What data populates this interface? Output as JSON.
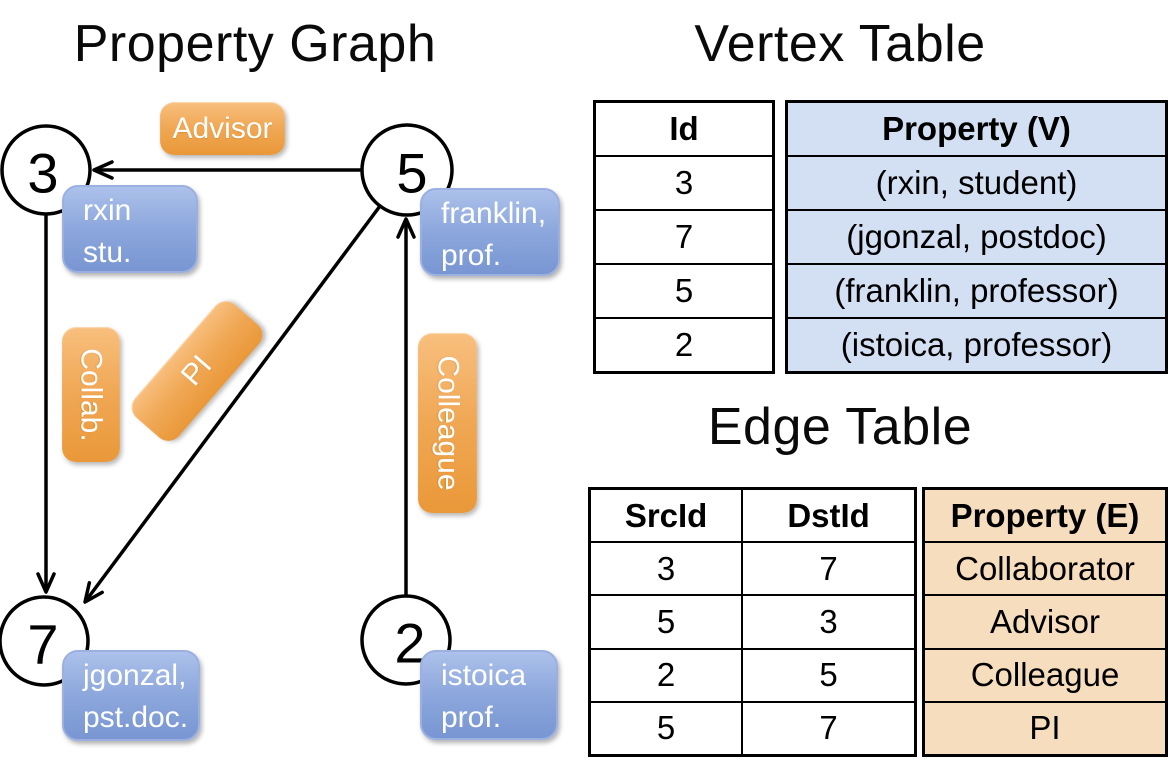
{
  "titles": {
    "graph": "Property Graph",
    "vertex_table": "Vertex Table",
    "edge_table": "Edge Table"
  },
  "graph": {
    "nodes": [
      {
        "id": "3"
      },
      {
        "id": "5"
      },
      {
        "id": "7"
      },
      {
        "id": "2"
      }
    ],
    "vertex_boxes": [
      {
        "lines": [
          "rxin",
          "stu."
        ]
      },
      {
        "lines": [
          "franklin,",
          "prof."
        ]
      },
      {
        "lines": [
          "jgonzal,",
          "pst.doc."
        ]
      },
      {
        "lines": [
          "istoica",
          "prof."
        ]
      }
    ],
    "edge_labels": {
      "advisor": "Advisor",
      "collab": "Collab.",
      "pi": "PI",
      "colleague": "Colleague"
    }
  },
  "vertex_table": {
    "headers": {
      "id": "Id",
      "property": "Property (V)"
    },
    "rows": [
      {
        "id": "3",
        "property": "(rxin, student)"
      },
      {
        "id": "7",
        "property": "(jgonzal, postdoc)"
      },
      {
        "id": "5",
        "property": "(franklin, professor)"
      },
      {
        "id": "2",
        "property": "(istoica, professor)"
      }
    ]
  },
  "edge_table": {
    "headers": {
      "src": "SrcId",
      "dst": "DstId",
      "property": "Property (E)"
    },
    "rows": [
      {
        "src": "3",
        "dst": "7",
        "property": "Collaborator"
      },
      {
        "src": "5",
        "dst": "3",
        "property": "Advisor"
      },
      {
        "src": "2",
        "dst": "5",
        "property": "Colleague"
      },
      {
        "src": "5",
        "dst": "7",
        "property": "PI"
      }
    ]
  },
  "colors": {
    "accent_orange": "#F0A44C",
    "accent_blue": "#85A1D8",
    "vertex_cell_fill": "#D3DFF2",
    "edge_cell_fill": "#F6DDBE",
    "line_black": "#000000"
  }
}
